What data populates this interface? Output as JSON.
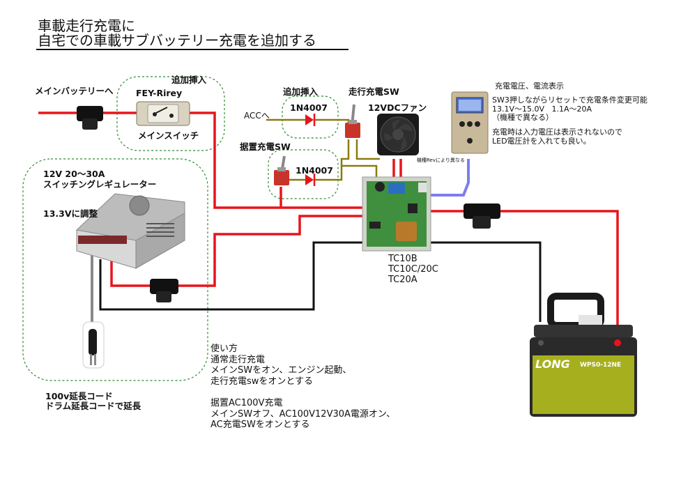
{
  "title": {
    "line1": "車載走行充電に",
    "line2": "自宅での車載サブバッテリー充電を追加する"
  },
  "labels": {
    "main_battery": "メインバッテリーへ",
    "added_top": "追加挿入",
    "fey": "FEY-Rirey",
    "main_switch": "メインスイッチ",
    "added_diode": "追加挿入",
    "acc": "ACCへ",
    "diode1": "1N4007",
    "diode2": "1N4007",
    "drive_sw": "走行充電SW",
    "fan": "12VDCファン",
    "stationary_sw": "据置充電SW",
    "rev_note": "機種Revにより異なる",
    "psu_spec": "12V 20～30A",
    "psu_name": "スイッチングレギュレーター",
    "psu_adjust": "13.3Vに調整",
    "charger_models": "TC10B\nTC10C/20C\nTC20A",
    "meter_title": "充電電圧、電流表示",
    "meter_desc": "SW3押しながらリセットで充電条件変更可能\n13.1V～15.0V   1.1A～20A\n（機種で異なる）",
    "meter_note": "充電時は入力電圧は表示されないので\nLED電圧計を入れても良い。",
    "cord": "100v延長コード\nドラム延長コードで延長",
    "usage": "使い方\n通常走行充電\nメインSWをオン、エンジン起動、\n走行充電swをオンとする\n\n据置AC100V充電\nメインSWオフ、AC100V12V30A電源オン、\nAC充電SWをオンとする",
    "battery_brand": "LONG",
    "battery_model": "WPS0-12NE"
  },
  "colors": {
    "wire_pos": "#e8141c",
    "wire_neg": "#111111",
    "wire_acc": "#8a7a10",
    "wire_meter": "#7d7dee",
    "wire_ac": "#8a8a8a",
    "dash": "#2e8b2e",
    "pcb": "#3f8f3f",
    "battery_body": "#2a2a2a",
    "battery_label": "#a6b01e"
  }
}
